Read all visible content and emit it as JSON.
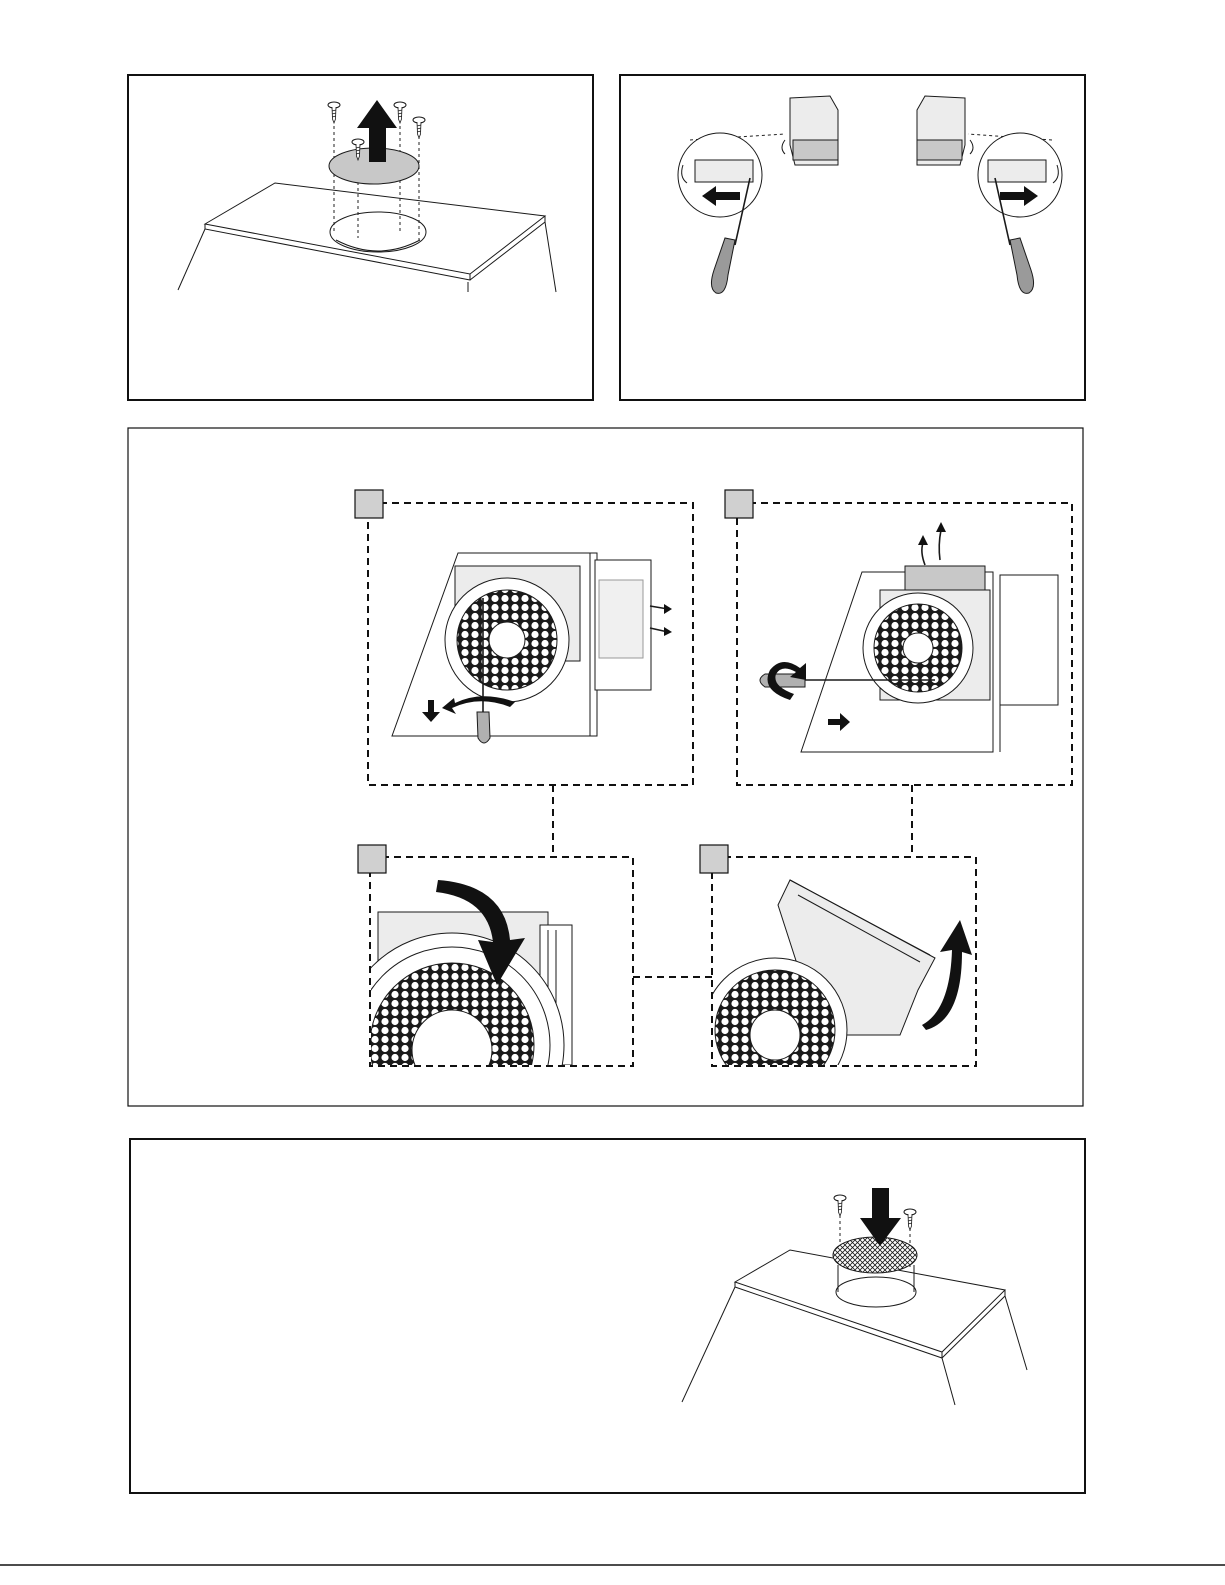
{
  "page": {
    "background": "#ffffff"
  },
  "colors": {
    "ink": "#1a1a1a",
    "cover_grey": "#c8c8c8",
    "step_marker_grey": "#d0d0d0"
  },
  "figures": [
    {
      "id": "remove-top-cover",
      "icons": [
        "screw-icon",
        "arrow-up-icon"
      ]
    },
    {
      "id": "release-clips",
      "icons": [
        "screwdriver-icon",
        "arrow-left-icon",
        "arrow-right-icon"
      ]
    },
    {
      "id": "motor-steps",
      "steps": 4,
      "icons": [
        "screwdriver-icon",
        "rotate-arrow-icon",
        "arrow-down-icon",
        "arrow-right-icon",
        "curved-arrow-icon"
      ]
    },
    {
      "id": "fit-grille",
      "icons": [
        "screw-icon",
        "arrow-down-icon"
      ]
    }
  ]
}
